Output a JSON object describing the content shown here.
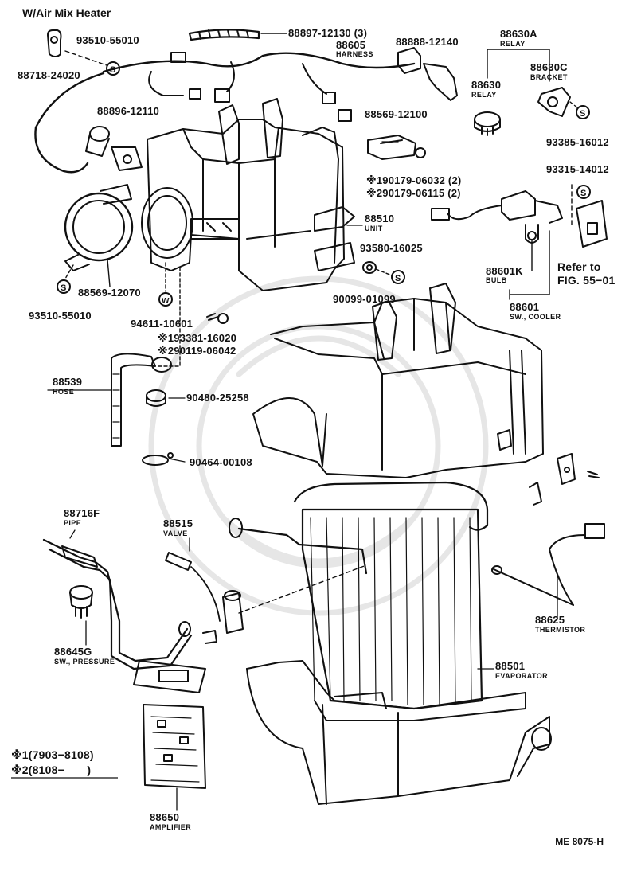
{
  "title": "W/Air Mix Heater",
  "drawing_code": "ME 8075-H",
  "legend": {
    "note1": "※1(7903−8108)",
    "note2": "※2(8108−　　)"
  },
  "callouts": {
    "p88718": "88718-24020",
    "p93510a": "93510-55010",
    "p88897": "88897-12130 (3)",
    "p88605": "88605",
    "p88605_sub": "HARNESS",
    "p88888": "88888-12140",
    "p88630a": "88630A",
    "p88630a_sub": "RELAY",
    "p88630": "88630",
    "p88630_sub": "RELAY",
    "p88630c": "88630C",
    "p88630c_sub": "BRACKET",
    "p88896": "88896-12110",
    "p88569b": "88569-12100",
    "p93385": "93385-16012",
    "p90179a": "※190179-06032 (2)",
    "p90179b": "※290179-06115 (2)",
    "p93315": "93315-14012",
    "p88510": "88510",
    "p88510_sub": "UNIT",
    "p93580": "93580-16025",
    "p88601k": "88601K",
    "p88601k_sub": "BULB",
    "refer1": "Refer to",
    "refer2": "FIG. 55−01",
    "p88569a": "88569-12070",
    "p90099": "90099-01099",
    "p88601": "88601",
    "p88601_sub": "SW., COOLER",
    "p93510b": "93510-55010",
    "p94611": "94611-10601",
    "p193381": "※193381-16020",
    "p290119": "※290119-06042",
    "p88539": "88539",
    "p88539_sub": "HOSE",
    "p90480": "90480-25258",
    "p90464": "90464-00108",
    "p88716f": "88716F",
    "p88716f_sub": "PIPE",
    "p88515": "88515",
    "p88515_sub": "VALVE",
    "p88625": "88625",
    "p88625_sub": "THERMISTOR",
    "p88645g": "88645G",
    "p88645g_sub": "SW., PRESSURE",
    "p88501": "88501",
    "p88501_sub": "EVAPORATOR",
    "p88650": "88650",
    "p88650_sub": "AMPLIFIER"
  }
}
